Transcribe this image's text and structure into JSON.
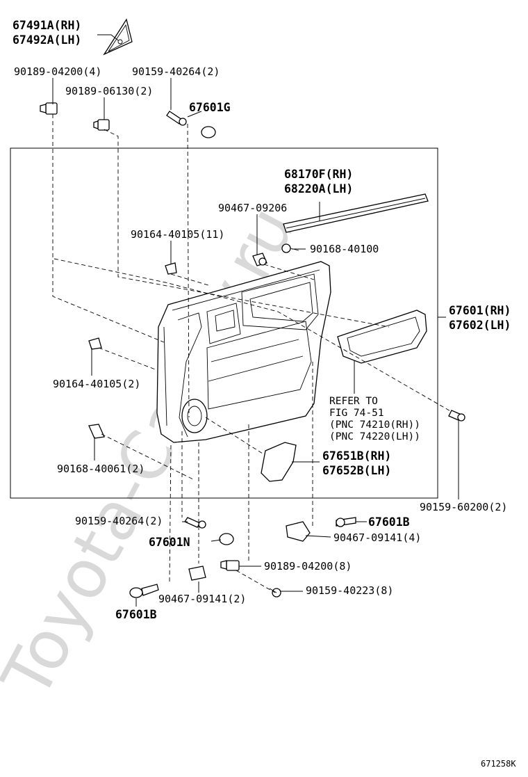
{
  "watermark": "Toyota-Camry.ru",
  "figure_code": "671258K",
  "labels": {
    "p67491a": "67491A(RH)",
    "p67492a": "67492A(LH)",
    "p90189_04200_4": "90189-04200(4)",
    "p90159_40264_2_top": "90159-40264(2)",
    "p90189_06130": "90189-06130(2)",
    "p67601g": "67601G",
    "p68170f": "68170F(RH)",
    "p68220a": "68220A(LH)",
    "p90467_09206": "90467-09206",
    "p90164_40105_11": "90164-40105(11)",
    "p90168_40100": "90168-40100",
    "p67601": "67601(RH)",
    "p67602": "67602(LH)",
    "p90164_40105_2": "90164-40105(2)",
    "refer_1": "REFER TO",
    "refer_2": "FIG 74-51",
    "refer_3": "(PNC 74210(RH))",
    "refer_4": "(PNC 74220(LH))",
    "p67651b": "67651B(RH)",
    "p67652b": "67652B(LH)",
    "p90168_40061": "90168-40061(2)",
    "p90159_60200": "90159-60200(2)",
    "p90159_40264_2_bot": "90159-40264(2)",
    "p67601b_right": "67601B",
    "p67601n": "67601N",
    "p90467_09141_4": "90467-09141(4)",
    "p90189_04200_8": "90189-04200(8)",
    "p90159_40223_8": "90159-40223(8)",
    "p90467_09141_2": "90467-09141(2)",
    "p67601b_left": "67601B"
  }
}
